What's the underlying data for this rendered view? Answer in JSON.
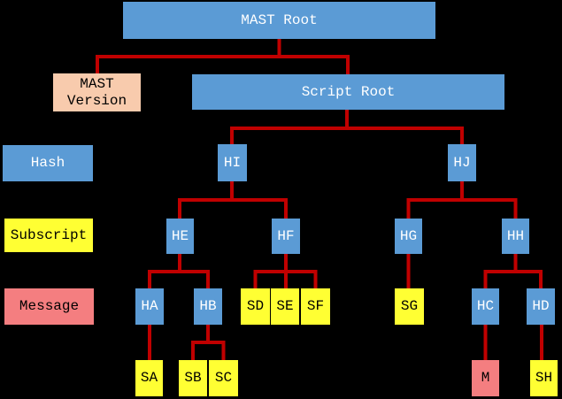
{
  "colors": {
    "background": "#000000",
    "hash_blue": "#5B9BD5",
    "subscript_yellow": "#FFFF33",
    "message_pink": "#F47E80",
    "version_peach": "#F8CBAD",
    "connector": "#C00000",
    "text_on_blue": "#FFFFFF",
    "text_on_light": "#000000"
  },
  "legend": {
    "hash": {
      "label": "Hash",
      "type": "hash"
    },
    "subscript": {
      "label": "Subscript",
      "type": "subscript"
    },
    "message": {
      "label": "Message",
      "type": "message"
    }
  },
  "nodes": {
    "mast_root": {
      "label": "MAST Root",
      "type": "hash"
    },
    "mast_version": {
      "label": "MAST Version",
      "type": "version"
    },
    "script_root": {
      "label": "Script Root",
      "type": "hash"
    },
    "hi": {
      "label": "HI",
      "type": "hash"
    },
    "hj": {
      "label": "HJ",
      "type": "hash"
    },
    "he": {
      "label": "HE",
      "type": "hash"
    },
    "hf": {
      "label": "HF",
      "type": "hash"
    },
    "hg": {
      "label": "HG",
      "type": "hash"
    },
    "hh": {
      "label": "HH",
      "type": "hash"
    },
    "ha": {
      "label": "HA",
      "type": "hash"
    },
    "hb": {
      "label": "HB",
      "type": "hash"
    },
    "hc": {
      "label": "HC",
      "type": "hash"
    },
    "hd": {
      "label": "HD",
      "type": "hash"
    },
    "sd": {
      "label": "SD",
      "type": "subscript"
    },
    "se": {
      "label": "SE",
      "type": "subscript"
    },
    "sf": {
      "label": "SF",
      "type": "subscript"
    },
    "sg": {
      "label": "SG",
      "type": "subscript"
    },
    "sa": {
      "label": "SA",
      "type": "subscript"
    },
    "sb": {
      "label": "SB",
      "type": "subscript"
    },
    "sc": {
      "label": "SC",
      "type": "subscript"
    },
    "sh": {
      "label": "SH",
      "type": "subscript"
    },
    "m": {
      "label": "M",
      "type": "message"
    }
  },
  "edges": [
    {
      "from": "mast_root",
      "to": "mast_version"
    },
    {
      "from": "mast_root",
      "to": "script_root"
    },
    {
      "from": "script_root",
      "to": "hi"
    },
    {
      "from": "script_root",
      "to": "hj"
    },
    {
      "from": "hi",
      "to": "he"
    },
    {
      "from": "hi",
      "to": "hf"
    },
    {
      "from": "hj",
      "to": "hg"
    },
    {
      "from": "hj",
      "to": "hh"
    },
    {
      "from": "he",
      "to": "ha"
    },
    {
      "from": "he",
      "to": "hb"
    },
    {
      "from": "hf",
      "to": "sd"
    },
    {
      "from": "hf",
      "to": "se"
    },
    {
      "from": "hf",
      "to": "sf"
    },
    {
      "from": "hg",
      "to": "sg"
    },
    {
      "from": "hh",
      "to": "hc"
    },
    {
      "from": "hh",
      "to": "hd"
    },
    {
      "from": "ha",
      "to": "sa"
    },
    {
      "from": "hb",
      "to": "sb"
    },
    {
      "from": "hb",
      "to": "sc"
    },
    {
      "from": "hc",
      "to": "m"
    },
    {
      "from": "hd",
      "to": "sh"
    }
  ]
}
